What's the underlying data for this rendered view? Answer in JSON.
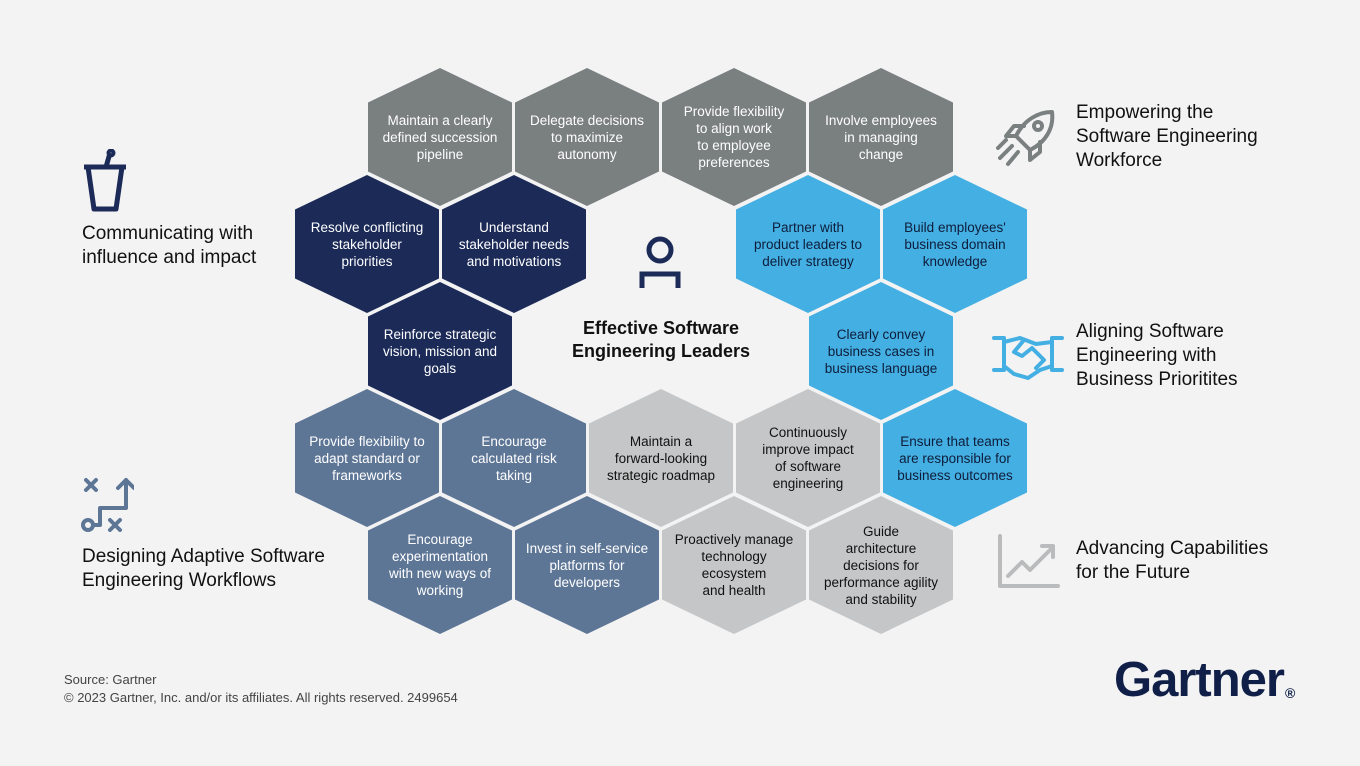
{
  "center_title": "Effective Software\nEngineering Leaders",
  "categories": {
    "empowering": "Empowering the\nSoftware Engineering\nWorkforce",
    "communicating": "Communicating with\ninfluence and impact",
    "aligning": "Aligning Software\nEngineering with\nBusiness Prioritites",
    "designing": "Designing Adaptive Software\nEngineering Workflows",
    "advancing": "Advancing Capabilities\nfor the Future"
  },
  "hexagons": [
    {
      "group": "gray",
      "text": "Maintain a clearly\ndefined succession\npipeline"
    },
    {
      "group": "gray",
      "text": "Delegate decisions\nto maximize\nautonomy"
    },
    {
      "group": "gray",
      "text": "Provide flexibility\nto align work\nto employee\npreferences"
    },
    {
      "group": "gray",
      "text": "Involve employees\nin managing\nchange"
    },
    {
      "group": "navy",
      "text": "Resolve conflicting\nstakeholder\npriorities"
    },
    {
      "group": "navy",
      "text": "Understand\nstakeholder needs\nand motivations"
    },
    {
      "group": "blue",
      "text": "Partner with\nproduct leaders to\ndeliver strategy"
    },
    {
      "group": "blue",
      "text": "Build employees'\nbusiness domain\nknowledge"
    },
    {
      "group": "navy",
      "text": "Reinforce strategic\nvision, mission and\ngoals"
    },
    {
      "group": "blue",
      "text": "Clearly convey\nbusiness cases in\nbusiness language"
    },
    {
      "group": "slate",
      "text": "Provide flexibility to\nadapt standard or\nframeworks"
    },
    {
      "group": "slate",
      "text": "Encourage\ncalculated risk\ntaking"
    },
    {
      "group": "light",
      "text": "Maintain a\nforward-looking\nstrategic roadmap"
    },
    {
      "group": "light",
      "text": "Continuously\nimprove impact\nof software\nengineering"
    },
    {
      "group": "blue",
      "text": "Ensure that teams\nare responsible for\nbusiness outcomes"
    },
    {
      "group": "slate",
      "text": "Encourage\nexperimentation\nwith new ways of\nworking"
    },
    {
      "group": "slate",
      "text": "Invest in self-service\nplatforms for\ndevelopers"
    },
    {
      "group": "light",
      "text": "Proactively manage\ntechnology\necosystem\nand health"
    },
    {
      "group": "light",
      "text": "Guide\narchitecture\ndecisions for\nperformance agility\nand stability"
    }
  ],
  "colors": {
    "gray": "#7a7f80",
    "navy": "#1b2a57",
    "blue": "#44afe2",
    "slate": "#5e7696",
    "light": "#c4c6c7"
  },
  "icons": {
    "empowering": "rocket-icon",
    "communicating": "podium-icon",
    "center": "person-icon",
    "aligning": "handshake-icon",
    "designing": "strategy-icon",
    "advancing": "trend-chart-icon"
  },
  "footer": {
    "source": "Source: Gartner",
    "copyright": "© 2023 Gartner, Inc. and/or its affiliates. All rights reserved. 2499654"
  },
  "logo": {
    "text": "Gartner",
    "mark": "®"
  }
}
